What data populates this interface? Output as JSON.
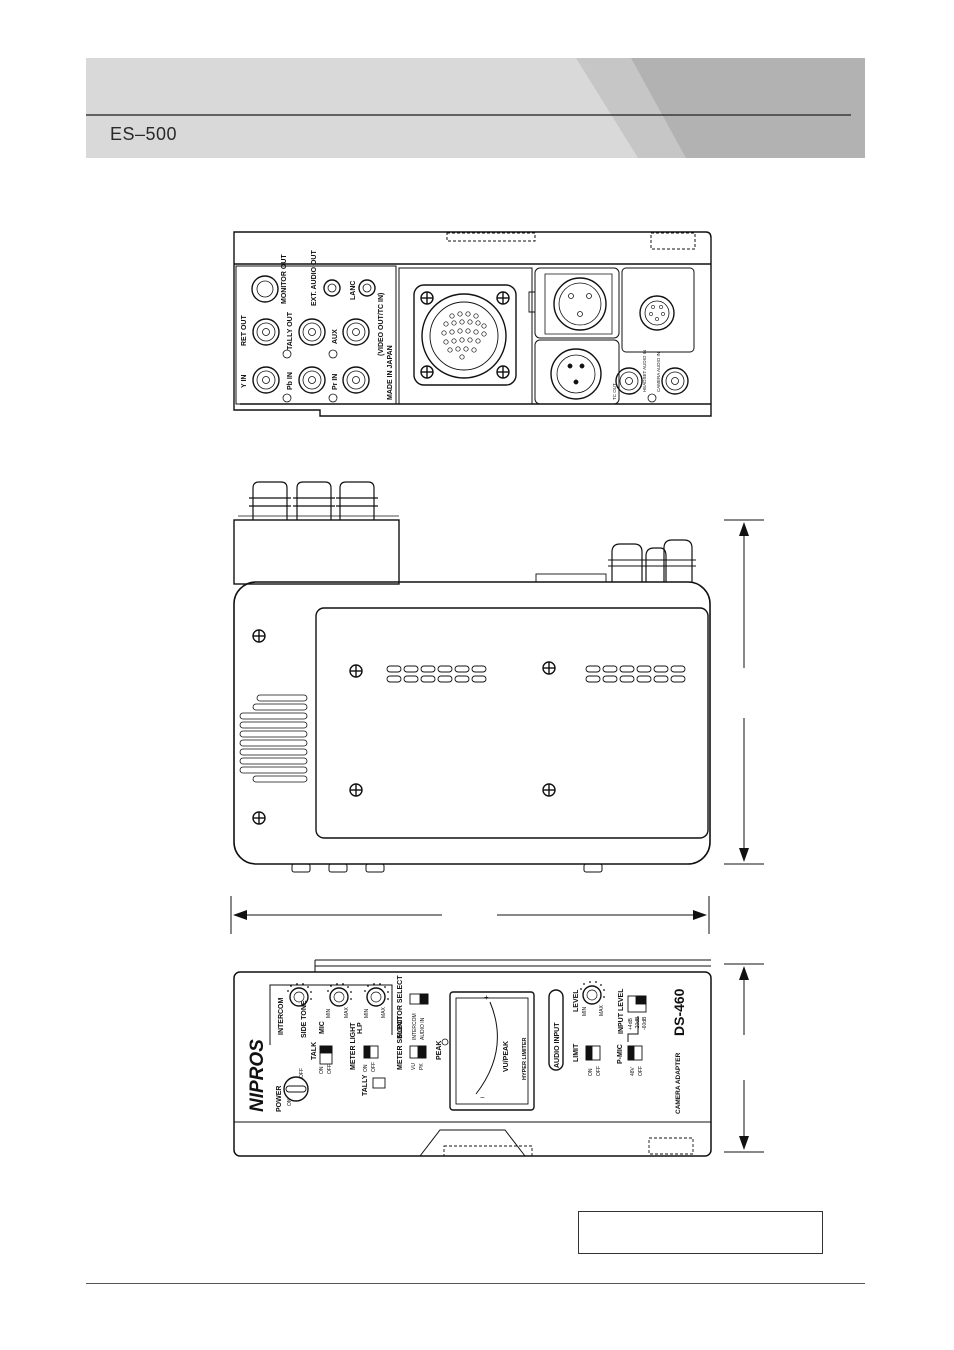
{
  "header": {
    "title": "ES–500"
  },
  "rear_panel": {
    "labels": {
      "monitor_out": "MONITOR OUT",
      "ext_audio_out": "EXT. AUDIO OUT",
      "lanc": "LANC",
      "ret_out": "RET OUT",
      "tally_out": "TALLY OUT",
      "aux": "AUX",
      "video_out_tc_in": "(VIDEO OUT/TC IN)",
      "made_in_japan": "MADE IN JAPAN",
      "y_in": "Y IN",
      "pb_in": "Pb IN",
      "pr_in": "Pr IN",
      "tc_out": "TC OUT",
      "headset_audio_in": "HEADSET AUDIO IN",
      "camera_audio_in": "CAMERA AUDIO IN"
    }
  },
  "front_panel": {
    "brand": "NIPROS",
    "model": "DS-460",
    "product": "CAMERA ADAPTER",
    "labels": {
      "intercom": "INTERCOM",
      "side_tone": "SIDE TONE",
      "mic": "MIC",
      "hp": "H.P",
      "min": "MIN",
      "max": "MAX",
      "monitor_select": "MONITOR SELECT",
      "intercom_sw": "INTERCOM",
      "audio_in_sw": "AUDIO IN",
      "talk": "TALK",
      "on": "ON",
      "off": "OFF",
      "meter_light": "METER LIGHT",
      "meter_select": "METER SELECT",
      "vu": "VU",
      "pk": "PK",
      "peak": "PEAK",
      "tally": "TALLY",
      "power": "POWER",
      "vu_peak": "VU/PEAK",
      "hyper_limiter": "HYPER LIMITER",
      "audio_input": "AUDIO INPUT",
      "limit": "LIMIT",
      "level": "LEVEL",
      "input_level": "INPUT LEVEL",
      "plus4db": "+4dB",
      "minus20db": "-20dB",
      "minus60db": "-60dB",
      "p_mic": "P-MIC",
      "v48": "48V",
      "meter_plus": "+",
      "meter_minus": "−"
    }
  }
}
